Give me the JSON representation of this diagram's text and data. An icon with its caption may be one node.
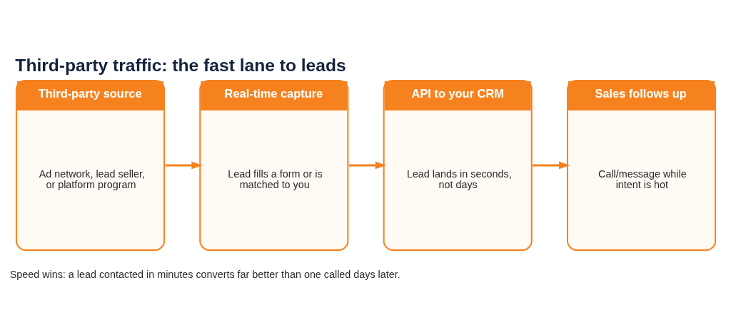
{
  "diagram": {
    "title": "Third-party traffic: the fast lane to leads",
    "nodes": [
      {
        "text": [
          "Third-party source",
          "Ad network, lead seller, or platform program"
        ]
      },
      {
        "text": [
          "Real-time capture",
          "Lead fills a form or is matched to you"
        ]
      },
      {
        "text": [
          "API to your CRM",
          "Lead lands in seconds, not days"
        ]
      },
      {
        "text": [
          "Sales follows up",
          "Call/message while intent is hot"
        ]
      }
    ],
    "edges": [
      {
        "from": 0,
        "to": 1,
        "arrow": "to"
      },
      {
        "from": 1,
        "to": 2,
        "arrow": "to"
      },
      {
        "from": 2,
        "to": 3,
        "arrow": "to"
      }
    ],
    "labels": [
      "Speed wins: a lead contacted in minutes converts far better than one called days later."
    ]
  }
}
